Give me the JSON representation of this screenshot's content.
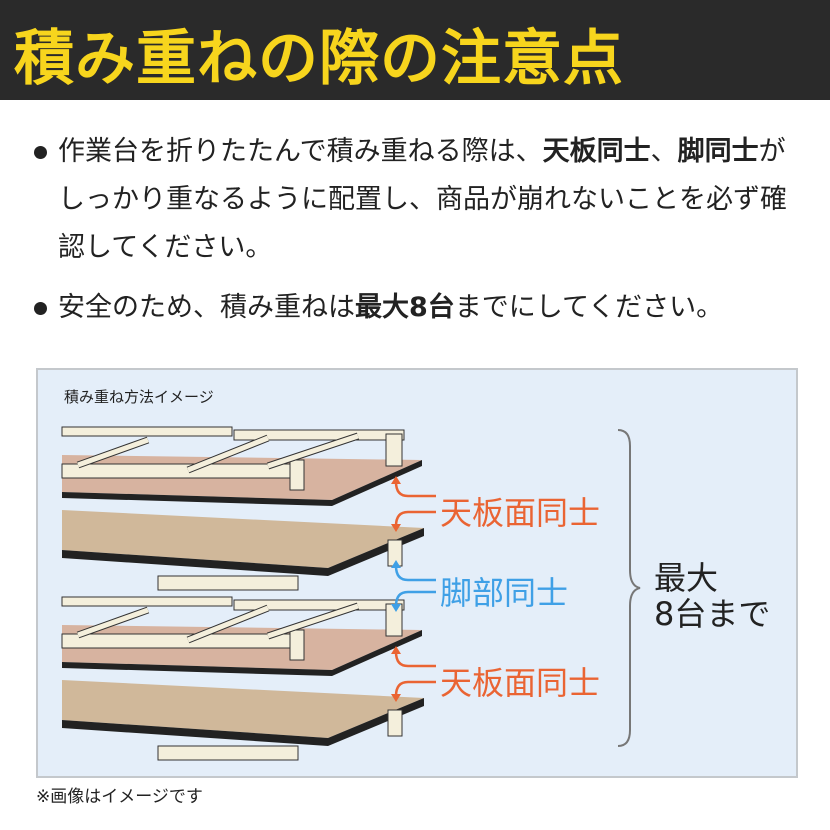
{
  "header": {
    "title": "積み重ねの際の注意点"
  },
  "bullets": [
    {
      "parts": [
        "作業台を折りたたんで積み重ねる際は、",
        "天板同士",
        "、",
        "脚同士",
        "がしっかり重なるように配置し、商品が崩れないことを必ず確認してください。"
      ]
    },
    {
      "parts": [
        "安全のため、積み重ねは",
        "最大8台",
        "までにしてください。"
      ]
    }
  ],
  "diagram": {
    "title": "積み重ね方法イメージ",
    "labels": {
      "top_surfaces_1": "天板面同士",
      "legs": "脚部同士",
      "top_surfaces_2": "天板面同士"
    },
    "max_line1": "最大",
    "max_line2": "8台まで",
    "colors": {
      "orange": "#ea6433",
      "blue": "#3fa0e6",
      "panel_bg": "#e4eef9"
    }
  },
  "footnote": "※画像はイメージです"
}
